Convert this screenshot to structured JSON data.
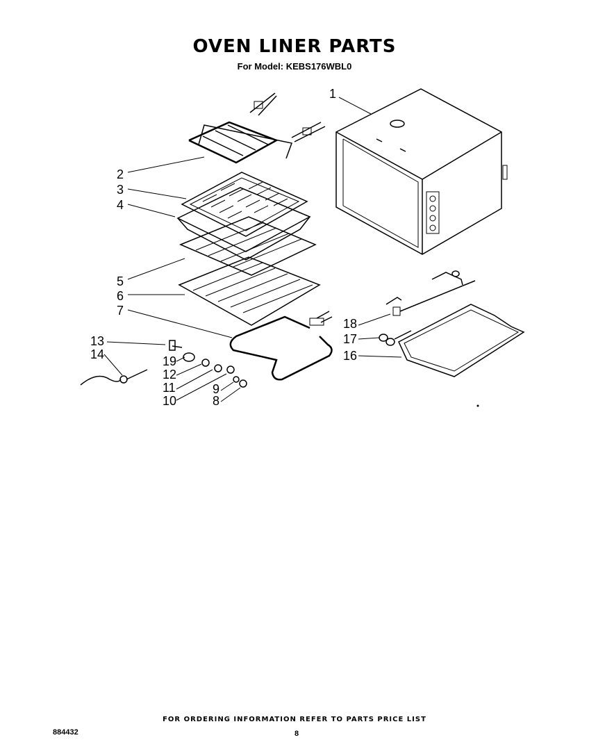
{
  "header": {
    "title": "OVEN LINER PARTS",
    "model_line": "For Model: KEBS176WBL0"
  },
  "callouts": [
    "1",
    "2",
    "3",
    "4",
    "5",
    "6",
    "7",
    "8",
    "9",
    "10",
    "11",
    "12",
    "13",
    "14",
    "16",
    "17",
    "18",
    "19"
  ],
  "parts": [
    {
      "number": "1",
      "label": "1",
      "icon": "oven-liner-box-icon"
    },
    {
      "number": "2",
      "label": "2",
      "icon": "broil-element-icon"
    },
    {
      "number": "3",
      "label": "3",
      "icon": "broiler-pan-insert-icon"
    },
    {
      "number": "4",
      "label": "4",
      "icon": "broiler-pan-icon"
    },
    {
      "number": "5",
      "label": "5",
      "icon": "oven-rack-icon"
    },
    {
      "number": "6",
      "label": "6",
      "icon": "oven-rack-icon"
    },
    {
      "number": "7",
      "label": "7",
      "icon": "bake-element-icon"
    },
    {
      "number": "8",
      "label": "8",
      "icon": "nut-icon"
    },
    {
      "number": "9",
      "label": "9",
      "icon": "washer-icon"
    },
    {
      "number": "10",
      "label": "10",
      "icon": "washer-icon"
    },
    {
      "number": "11",
      "label": "11",
      "icon": "nut-icon"
    },
    {
      "number": "12",
      "label": "12",
      "icon": "nut-icon"
    },
    {
      "number": "13",
      "label": "13",
      "icon": "bracket-icon"
    },
    {
      "number": "14",
      "label": "14",
      "icon": "sensor-icon"
    },
    {
      "number": "16",
      "label": "16",
      "icon": "gasket-icon"
    },
    {
      "number": "17",
      "label": "17",
      "icon": "clip-icon"
    },
    {
      "number": "18",
      "label": "18",
      "icon": "bracket-icon"
    },
    {
      "number": "19",
      "label": "19",
      "icon": "insulator-icon"
    }
  ],
  "footer": {
    "ordering_note": "FOR ORDERING INFORMATION REFER TO PARTS PRICE LIST",
    "doc_number": "884432",
    "page_number": "8"
  }
}
